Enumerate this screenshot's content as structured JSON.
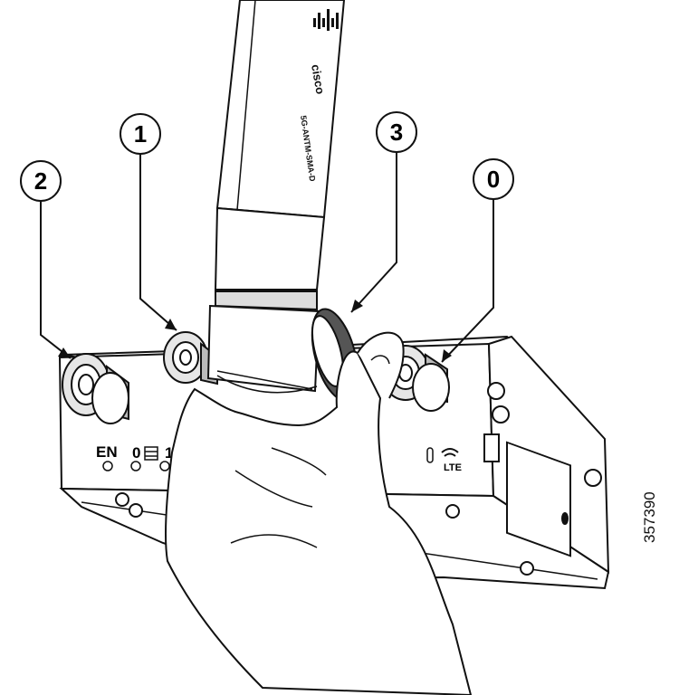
{
  "callouts": [
    {
      "id": "callout-2",
      "text": "2"
    },
    {
      "id": "callout-1",
      "text": "1"
    },
    {
      "id": "callout-3",
      "text": "3"
    },
    {
      "id": "callout-0",
      "text": "0"
    }
  ],
  "panel_labels": {
    "en": "EN",
    "port0": "0",
    "port1": "1",
    "lte": "LTE"
  },
  "logo_text": "cisco",
  "antenna_model": "5G-ANTM-SMA-D",
  "figure_id": "357390",
  "colors": {
    "line": "#111111",
    "fill": "#ffffff",
    "shade": "#d9d9d9",
    "dark": "#555555"
  }
}
